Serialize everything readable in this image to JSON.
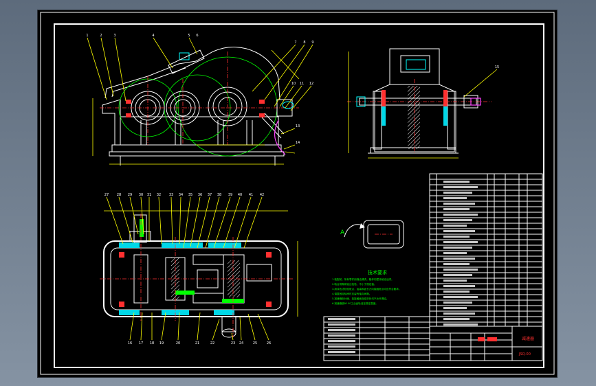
{
  "drawing": {
    "arrow_label": "A",
    "balloons_front_top": [
      "1",
      "2",
      "3",
      "4",
      "5",
      "6",
      "7",
      "8",
      "9"
    ],
    "balloons_front_right": [
      "10",
      "11",
      "12",
      "13",
      "14"
    ],
    "balloons_side": [
      "15"
    ],
    "balloons_plan_top": [
      "27",
      "28",
      "29",
      "30",
      "31",
      "32",
      "33",
      "34",
      "35",
      "36",
      "37",
      "38",
      "39",
      "40",
      "41",
      "42"
    ],
    "balloons_plan_bottom": [
      "16",
      "17",
      "18",
      "19",
      "20",
      "21",
      "22",
      "23",
      "24",
      "25",
      "26"
    ]
  },
  "notes": {
    "title": "技术要求",
    "lines": [
      "1.装配前，所有零件用煤油清洗，箱体内壁涂耐油油漆。",
      "2.啮合侧隙用铅丝检验，不小于规定值。",
      "3.用涂色法检验斑点，齿高和齿长方向接触斑点均应符合要求。",
      "4.调整固定轴承时应留有轴向间隙。",
      "5.减速器剖分面、各接触面及密封处均不允许漏油。",
      "6.减速器装N100工业齿轮油至规定高度。"
    ]
  },
  "title_block": {
    "title": "减速器",
    "code": "JSQ-00"
  }
}
